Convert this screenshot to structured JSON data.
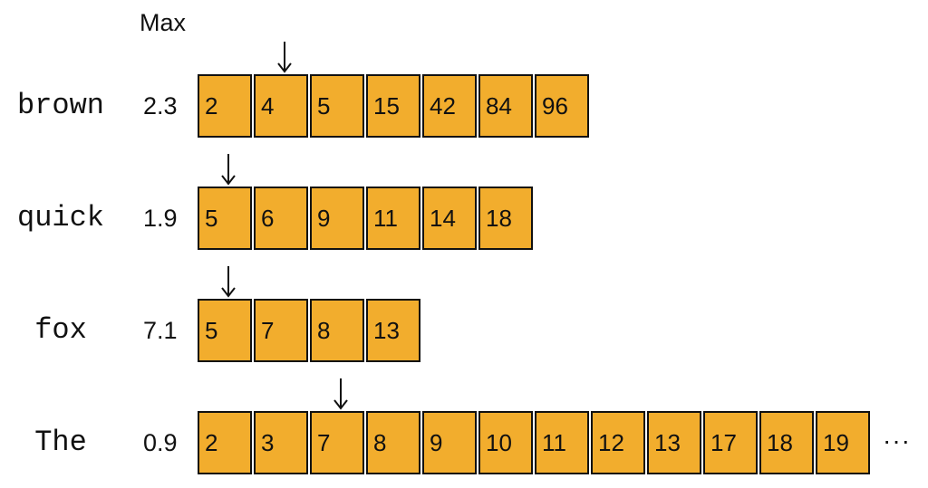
{
  "header": "Max",
  "rows": [
    {
      "term": "brown",
      "max": "2.3",
      "postings": [
        "2",
        "4",
        "5",
        "15",
        "42",
        "84",
        "96"
      ],
      "pointer_index": 1,
      "truncated": false
    },
    {
      "term": "quick",
      "max": "1.9",
      "postings": [
        "5",
        "6",
        "9",
        "11",
        "14",
        "18"
      ],
      "pointer_index": 0,
      "truncated": false
    },
    {
      "term": "fox",
      "max": "7.1",
      "postings": [
        "5",
        "7",
        "8",
        "13"
      ],
      "pointer_index": 0,
      "truncated": false
    },
    {
      "term": "The",
      "max": "0.9",
      "postings": [
        "2",
        "3",
        "7",
        "8",
        "9",
        "10",
        "11",
        "12",
        "13",
        "17",
        "18",
        "19"
      ],
      "pointer_index": 2,
      "truncated": true
    }
  ],
  "ellipsis": "···",
  "colors": {
    "cell_fill": "#f2ad2d",
    "cell_border": "#111111"
  }
}
